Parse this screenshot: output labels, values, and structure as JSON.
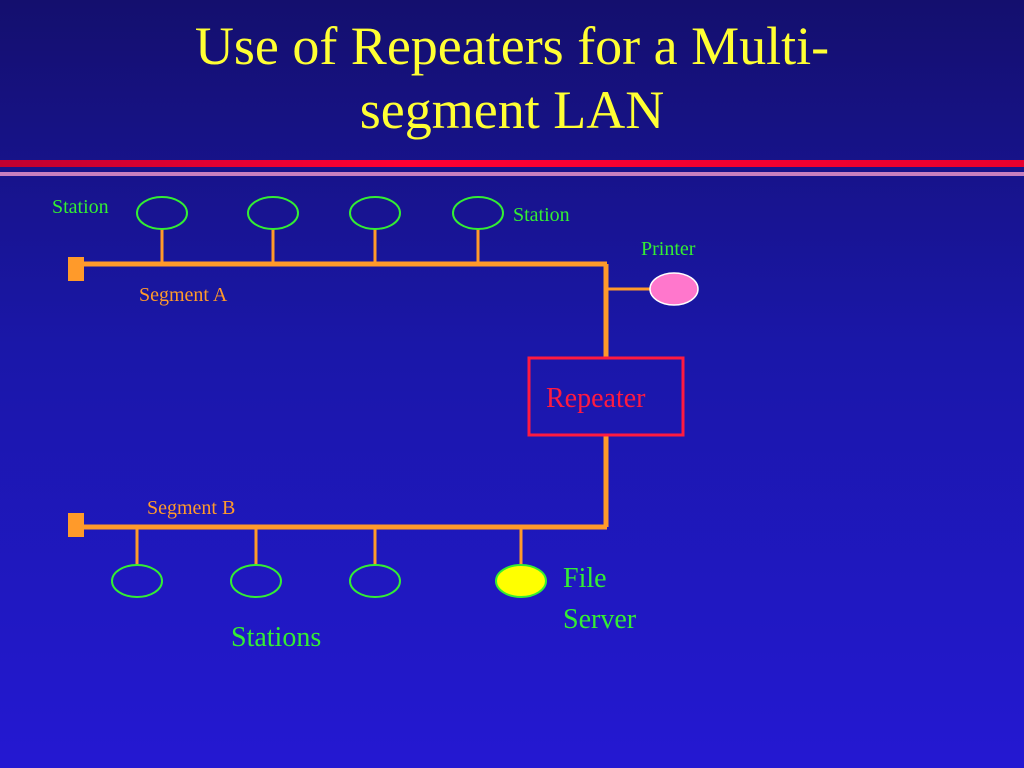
{
  "title": {
    "line1": "Use of Repeaters for a Multi-",
    "line2": "segment LAN"
  },
  "labels": {
    "station_left": "Station",
    "station_right": "Station",
    "printer": "Printer",
    "segment_a": "Segment  A",
    "repeater": "Repeater",
    "segment_b": "Segment  B",
    "file_server_line1": "File",
    "file_server_line2": "Server",
    "stations": "Stations"
  },
  "colors": {
    "background_top": "#140f6e",
    "background_bottom": "#2418d2",
    "title": "#ffff33",
    "cable": "#ff9a2a",
    "station": "#33ee33",
    "printer": "#ff77cc",
    "file_server": "#ffff00",
    "repeater": "#ff1a40"
  }
}
